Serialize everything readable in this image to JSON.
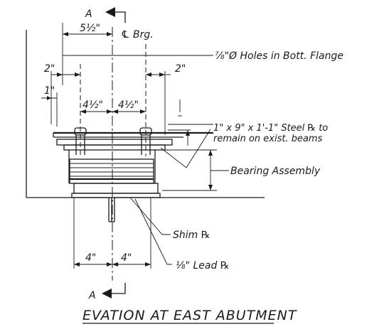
{
  "section_markers": {
    "top": "A",
    "bottom": "A"
  },
  "dimensions": {
    "five_half": "5½\"",
    "two_left": "2\"",
    "two_right": "2\"",
    "one_inch": "1\"",
    "four_half_left": "4½\"",
    "four_half_right": "4½\"",
    "four_left": "4\"",
    "four_right": "4\""
  },
  "labels": {
    "centerline_bearing": "℄ Brg.",
    "holes": "⅞\"Ø Holes in Bott. Flange",
    "steel_plate_line1": "1\" x 9\" x 1'-1\" Steel ℞ to",
    "steel_plate_line2": "remain on exist. beams",
    "bearing_assembly": "Bearing Assembly",
    "shim_plate": "Shim ℞",
    "lead_plate": "⅛\" Lead ℞"
  },
  "title": "EVATION AT EAST ABUTMENT"
}
